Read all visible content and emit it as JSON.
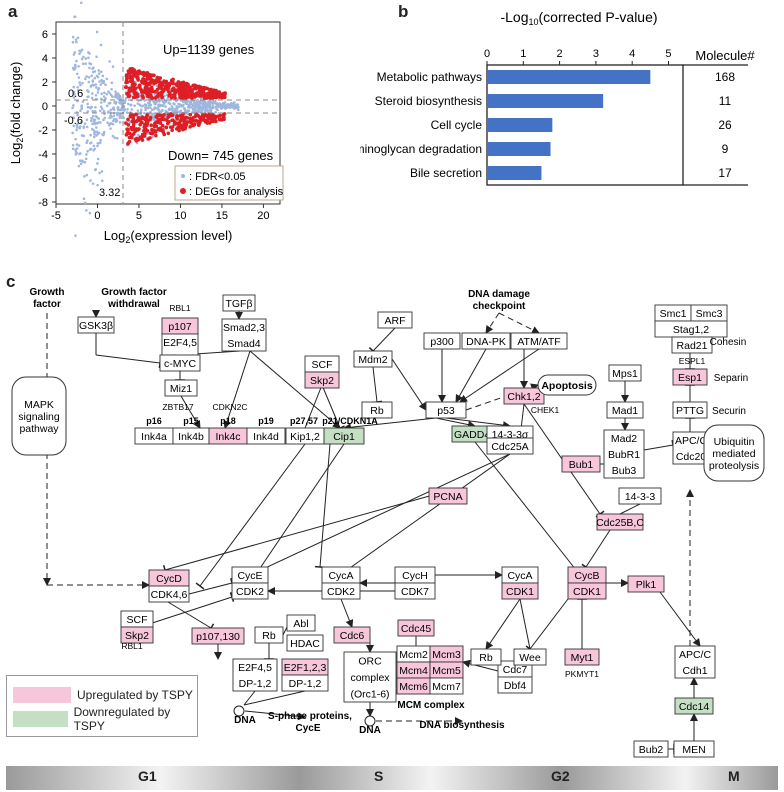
{
  "panels": {
    "a": "a",
    "b": "b",
    "c": "c"
  },
  "panel_a": {
    "ylabel_main": "Log",
    "ylabel_sub": "2",
    "ylabel_rest": "(fold change)",
    "xlabel_main": "Log",
    "xlabel_sub": "2",
    "xlabel_rest": "(expression level)",
    "yticks": [
      "6",
      "4",
      "2",
      "0",
      "-2",
      "-4",
      "-6",
      "-8"
    ],
    "xticks": [
      "-5",
      "0",
      "5",
      "10",
      "15",
      "20"
    ],
    "up_text": "Up=1139 genes",
    "down_text": "Down= 745 genes",
    "thr_pos": "0.6",
    "thr_neg": "-0.6",
    "thr_x": "3.32",
    "legend": [
      {
        "text": ": FDR<0.05",
        "color": "#9fb7de"
      },
      {
        "text": ": DEGs for analysis",
        "color": "#dd1f26"
      }
    ]
  },
  "chart_data": {
    "type": "bar",
    "title_main": "-Log",
    "title_sub": "10",
    "title_rest": "(corrected P-value)",
    "xticks": [
      "0",
      "1",
      "2",
      "3",
      "4",
      "5"
    ],
    "xlim": [
      0,
      5.4
    ],
    "categories": [
      "Metabolic pathways",
      "Steroid biosynthesis",
      "Cell cycle",
      "Glycosaminoglycan degradation",
      "Bile secretion"
    ],
    "values": [
      4.5,
      3.2,
      1.8,
      1.75,
      1.5
    ],
    "molecule_header": "Molecule#",
    "molecules": [
      "168",
      "11",
      "26",
      "9",
      "17"
    ],
    "bar_color": "#4472c4"
  },
  "panel_c": {
    "up_color": "#f7c6db",
    "down_color": "#c4dfc3",
    "legend": {
      "up": "Upregulated by TSPY",
      "down": "Downregulated by TSPY"
    },
    "phases": [
      "G1",
      "S",
      "G2",
      "M"
    ]
  }
}
